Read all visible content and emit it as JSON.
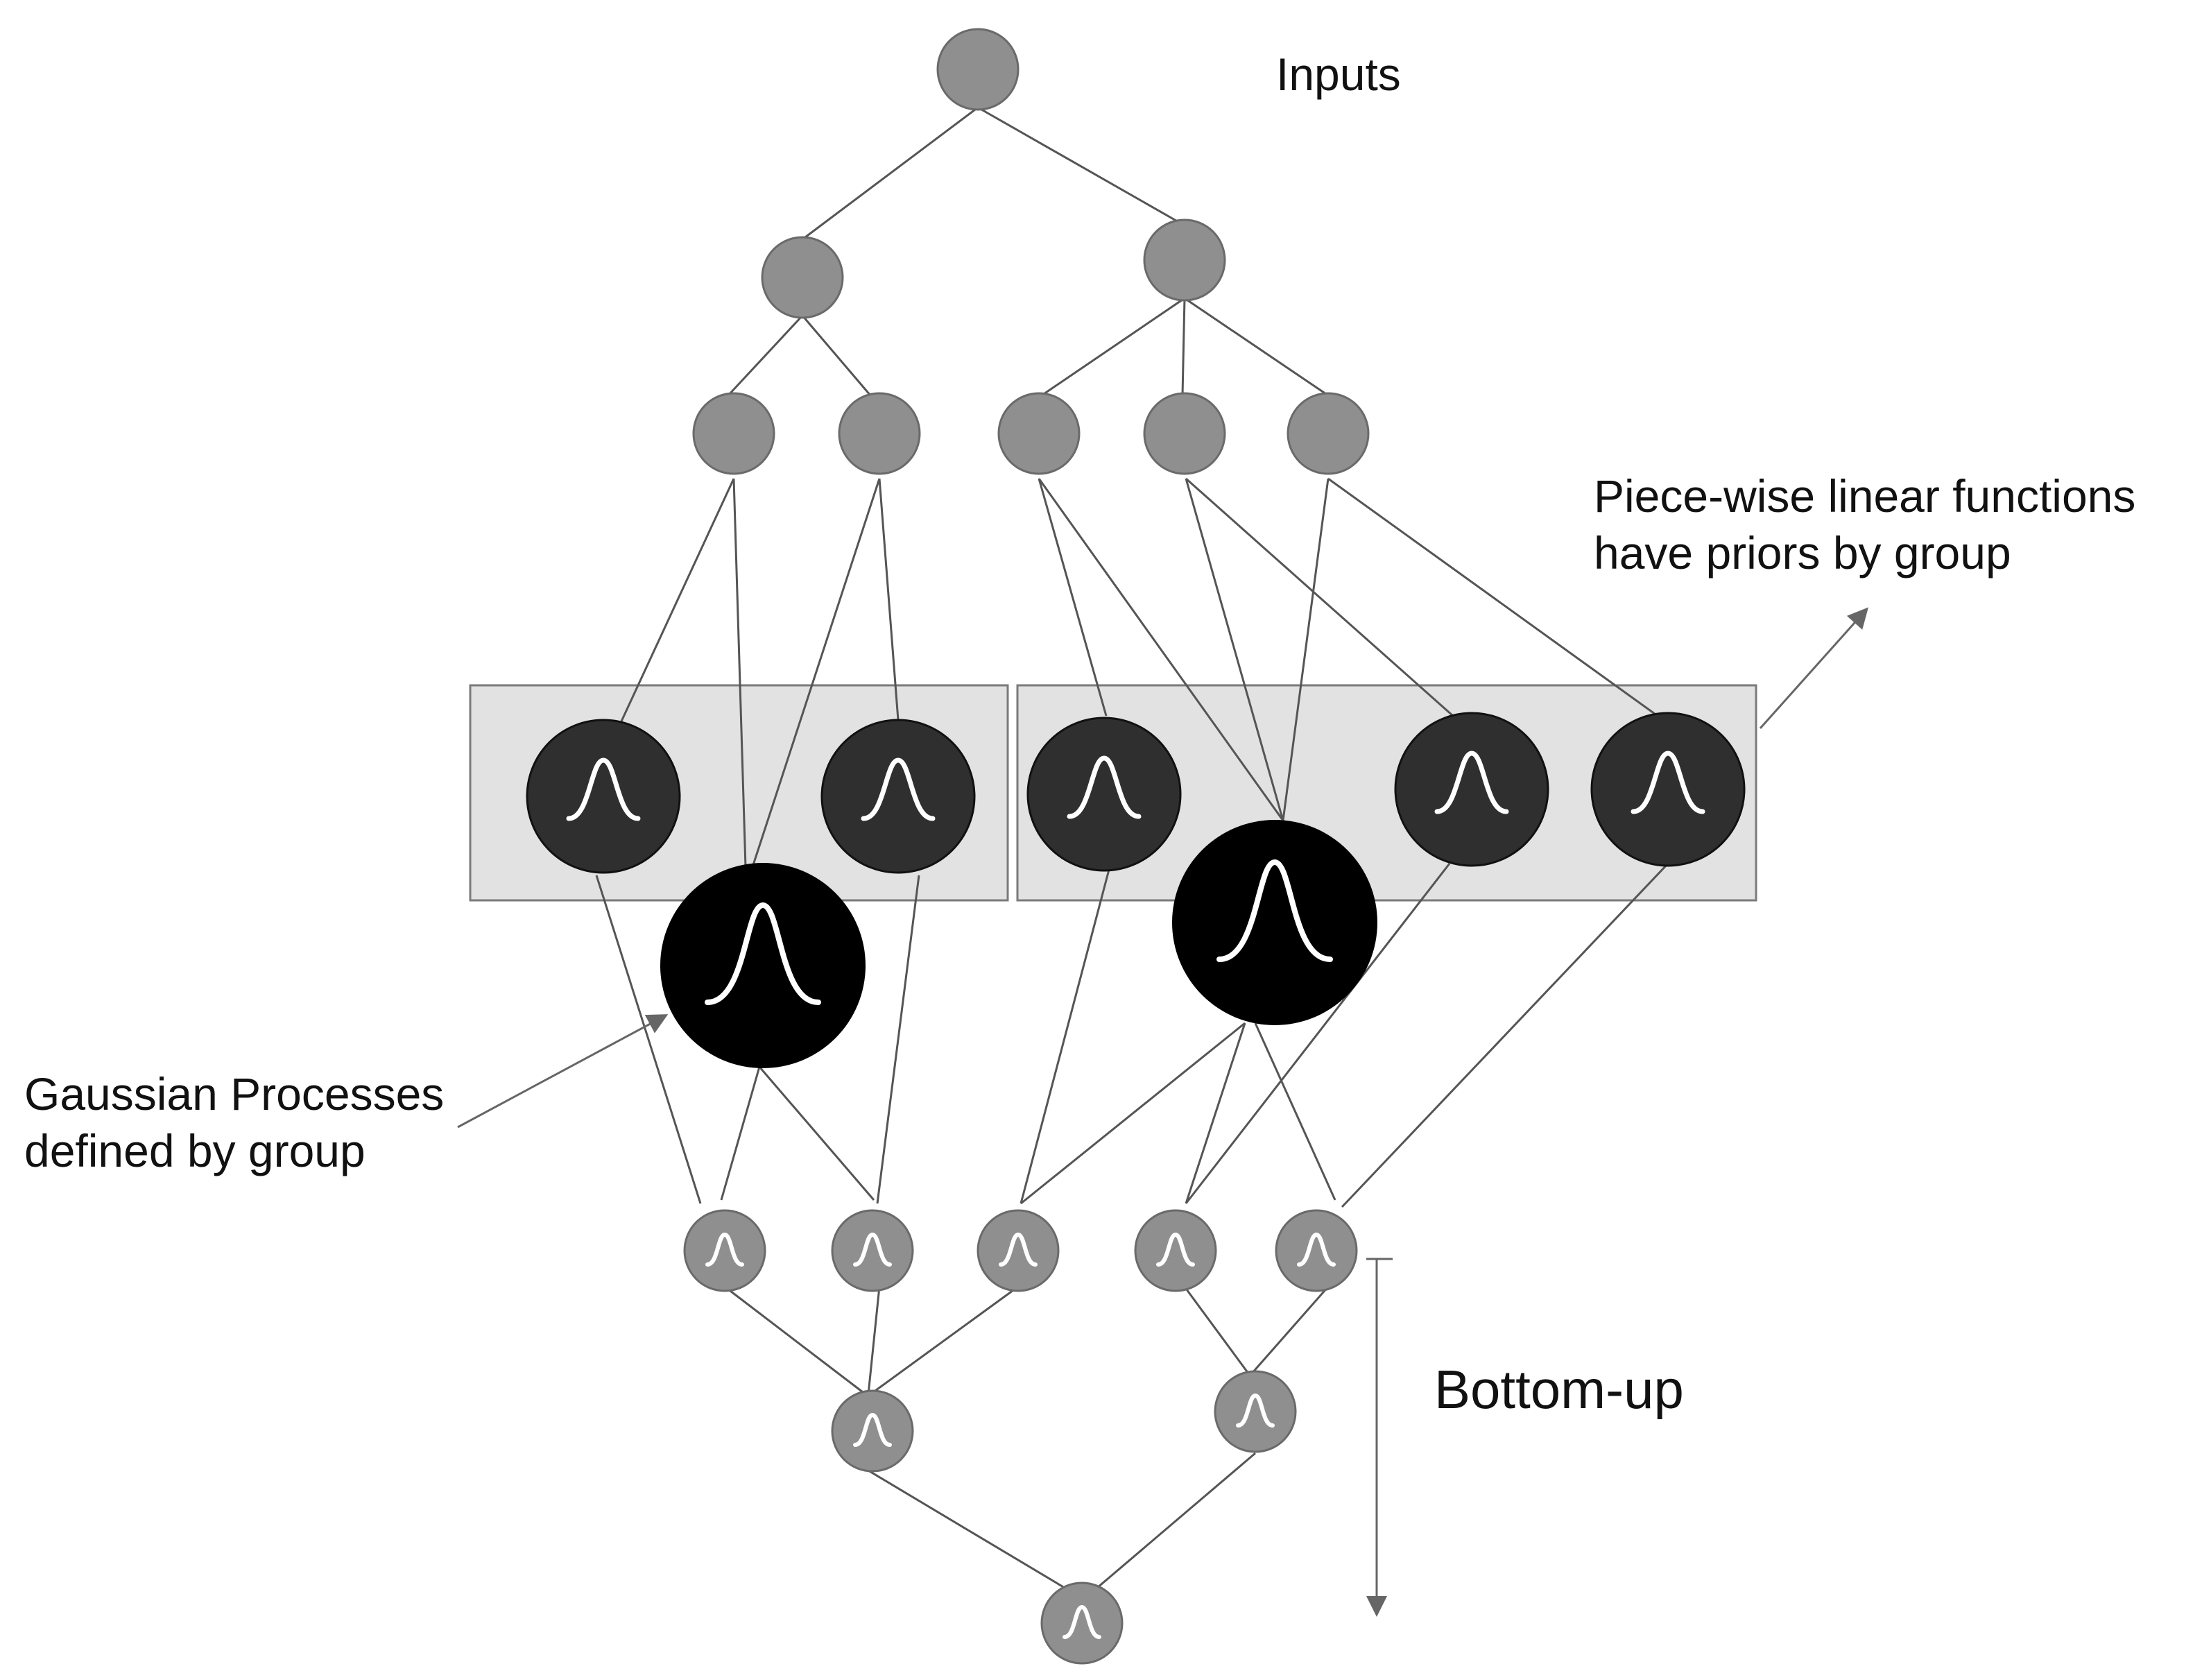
{
  "labels": {
    "inputs": "Inputs",
    "piecewise_line1": "Piece-wise linear functions",
    "piecewise_line2": "have priors by group",
    "gaussian_line1": "Gaussian Processes",
    "gaussian_line2": "defined by group",
    "bottom_up": "Bottom-up"
  },
  "colors": {
    "light_node": "#8f8f8f",
    "light_node_stroke": "#6a6a6a",
    "dark_node": "#2f2f2f",
    "black_node": "#000000",
    "group_box_fill": "#e2e2e2",
    "group_box_stroke": "#7a7a7a",
    "edge": "#555555",
    "arrow": "#666666",
    "curve": "#ffffff"
  }
}
